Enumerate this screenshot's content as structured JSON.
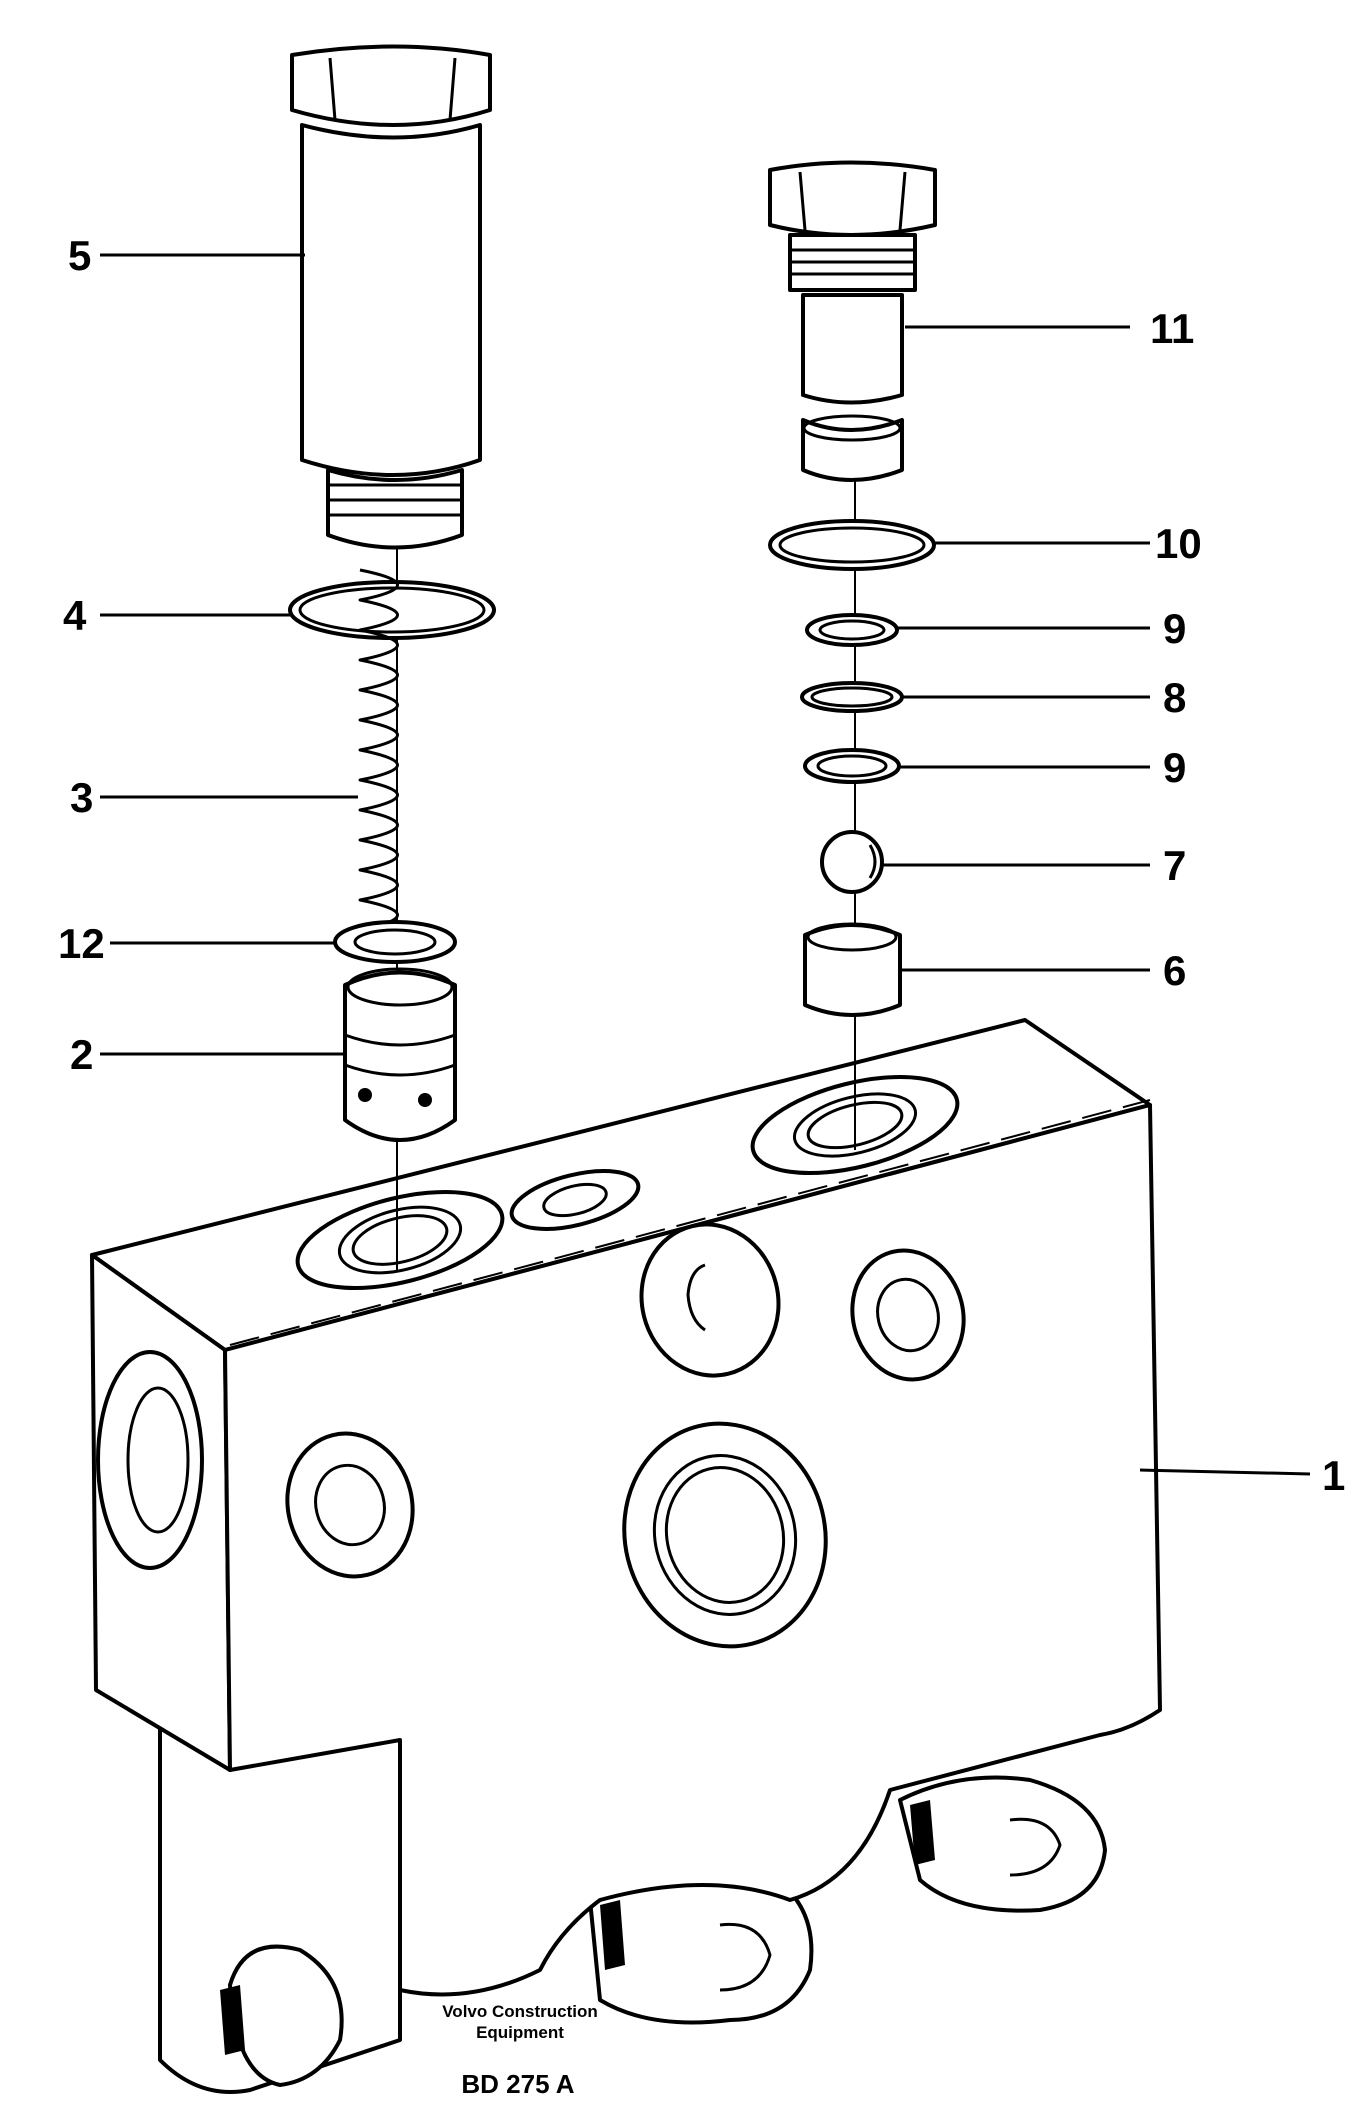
{
  "callouts": {
    "c1": "1",
    "c2": "2",
    "c3": "3",
    "c4": "4",
    "c5": "5",
    "c6": "6",
    "c7": "7",
    "c8": "8",
    "c9a": "9",
    "c9b": "9",
    "c10": "10",
    "c11": "11",
    "c12": "12"
  },
  "caption": {
    "line1": "Volvo Construction",
    "line2": "Equipment",
    "code": "BD 275 A"
  }
}
